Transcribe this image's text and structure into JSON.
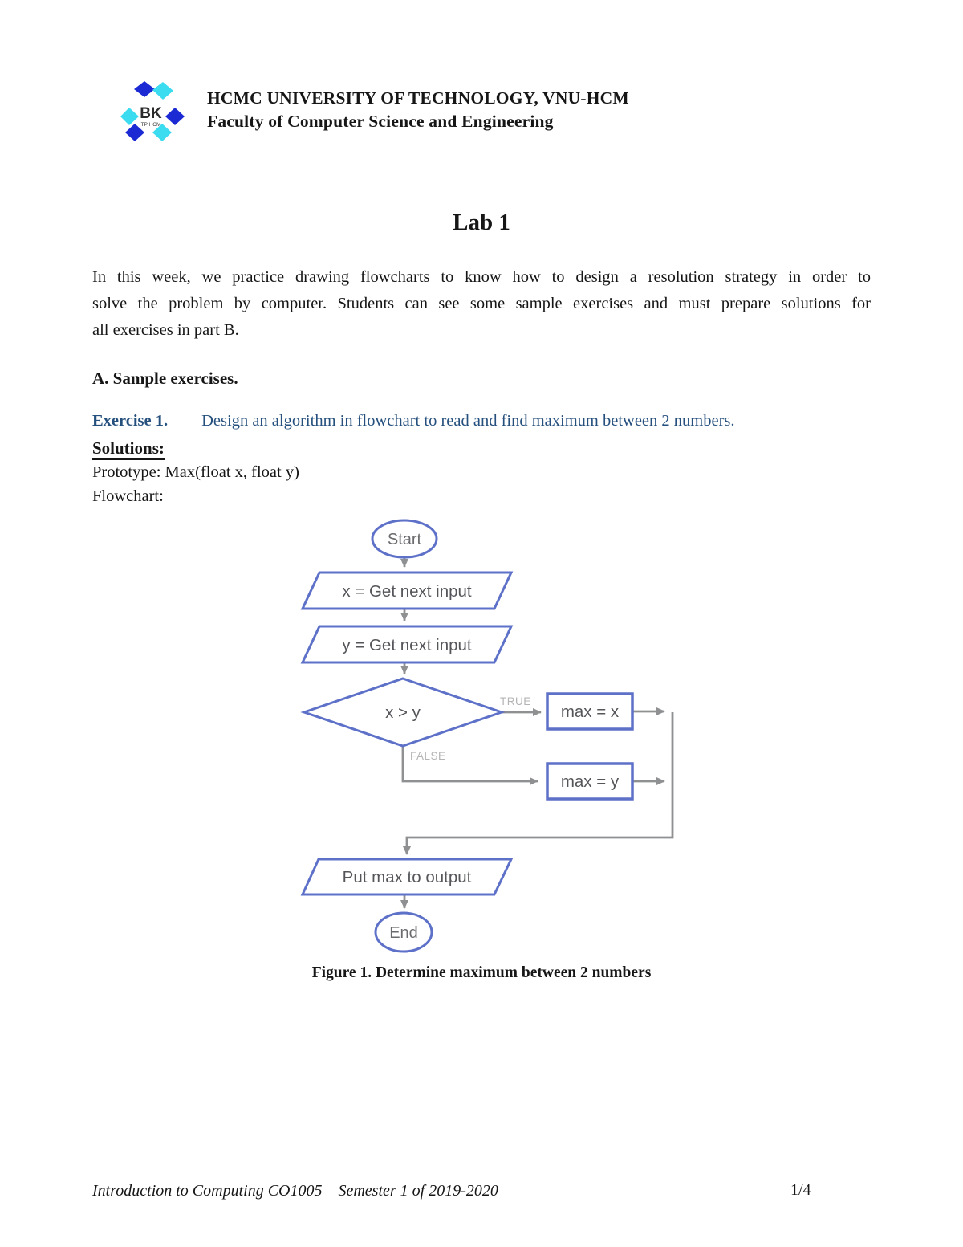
{
  "header": {
    "university": "HCMC UNIVERSITY OF TECHNOLOGY, VNU-HCM",
    "faculty": "Faculty of Computer Science and Engineering",
    "logo": {
      "abbr": "BK",
      "city": "TP HCM"
    }
  },
  "title": "Lab 1",
  "intro": {
    "line1": "In this week, we practice drawing flowcharts to know how to design a resolution strategy in order to",
    "line2": "solve the problem by computer. Students can see some sample exercises and must prepare solutions for",
    "line3": "all exercises in part B."
  },
  "section_a": {
    "heading": "A. Sample exercises."
  },
  "exercise1": {
    "label": "Exercise 1.",
    "description": "Design an algorithm in flowchart to read and find maximum between 2 numbers."
  },
  "solution": {
    "heading": "Solutions:",
    "prototype": "Prototype: Max(float x, float y)",
    "flowchart_label": "Flowchart:"
  },
  "flowchart": {
    "start": "Start",
    "input_x": "x = Get next input",
    "input_y": "y = Get next input",
    "decision": "x > y",
    "branch_true": "TRUE",
    "branch_false": "FALSE",
    "assign_max_x": "max = x",
    "assign_max_y": "max = y",
    "output": "Put max to output",
    "end": "End"
  },
  "figure": {
    "caption": "Figure 1. Determine maximum between 2 numbers"
  },
  "footer": {
    "course": "Introduction to Computing CO1005 – Semester 1 of 2019-2020",
    "page": "1/4"
  },
  "colors": {
    "accent_text": "#25507e",
    "node_border": "#5e71c8",
    "connector": "#8f9091",
    "node_text": "#55565a",
    "branch_label": "#b4b4b6",
    "logo_navy": "#1c2ad4",
    "logo_cyan": "#3cdcf0"
  }
}
